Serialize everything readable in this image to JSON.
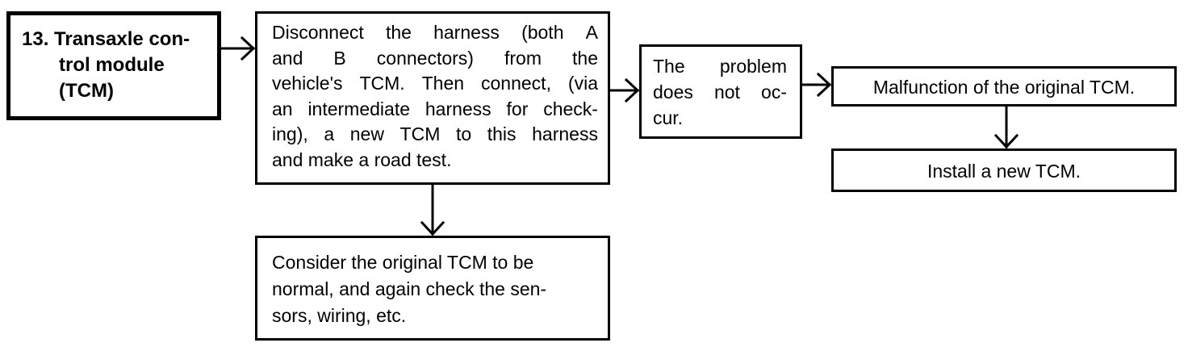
{
  "nodes": {
    "tcm": {
      "lines": [
        "13. Transaxle con-",
        "trol module",
        "(TCM)"
      ]
    },
    "disconnect": {
      "lines": [
        [
          "Disconnect",
          "the",
          "harness",
          "(both",
          "A"
        ],
        [
          "and",
          "B",
          "connectors)",
          "from",
          "the"
        ],
        [
          "vehicle's",
          "TCM.",
          "Then",
          "connect,",
          "(via"
        ],
        [
          "an",
          "intermediate",
          "harness",
          "for",
          "check-"
        ],
        [
          "ing),",
          "a",
          "new",
          "TCM",
          "to",
          "this",
          "harness"
        ],
        "and make a road test."
      ]
    },
    "problem": {
      "lines": [
        [
          "The",
          "problem"
        ],
        [
          "does",
          "not",
          "oc-"
        ],
        "cur."
      ]
    },
    "consider": {
      "lines": [
        "Consider the original TCM to be",
        "normal, and again check the sen-",
        "sors, wiring, etc."
      ]
    },
    "malfunction": {
      "text": "Malfunction of the original TCM."
    },
    "install": {
      "text": "Install a new TCM."
    }
  }
}
